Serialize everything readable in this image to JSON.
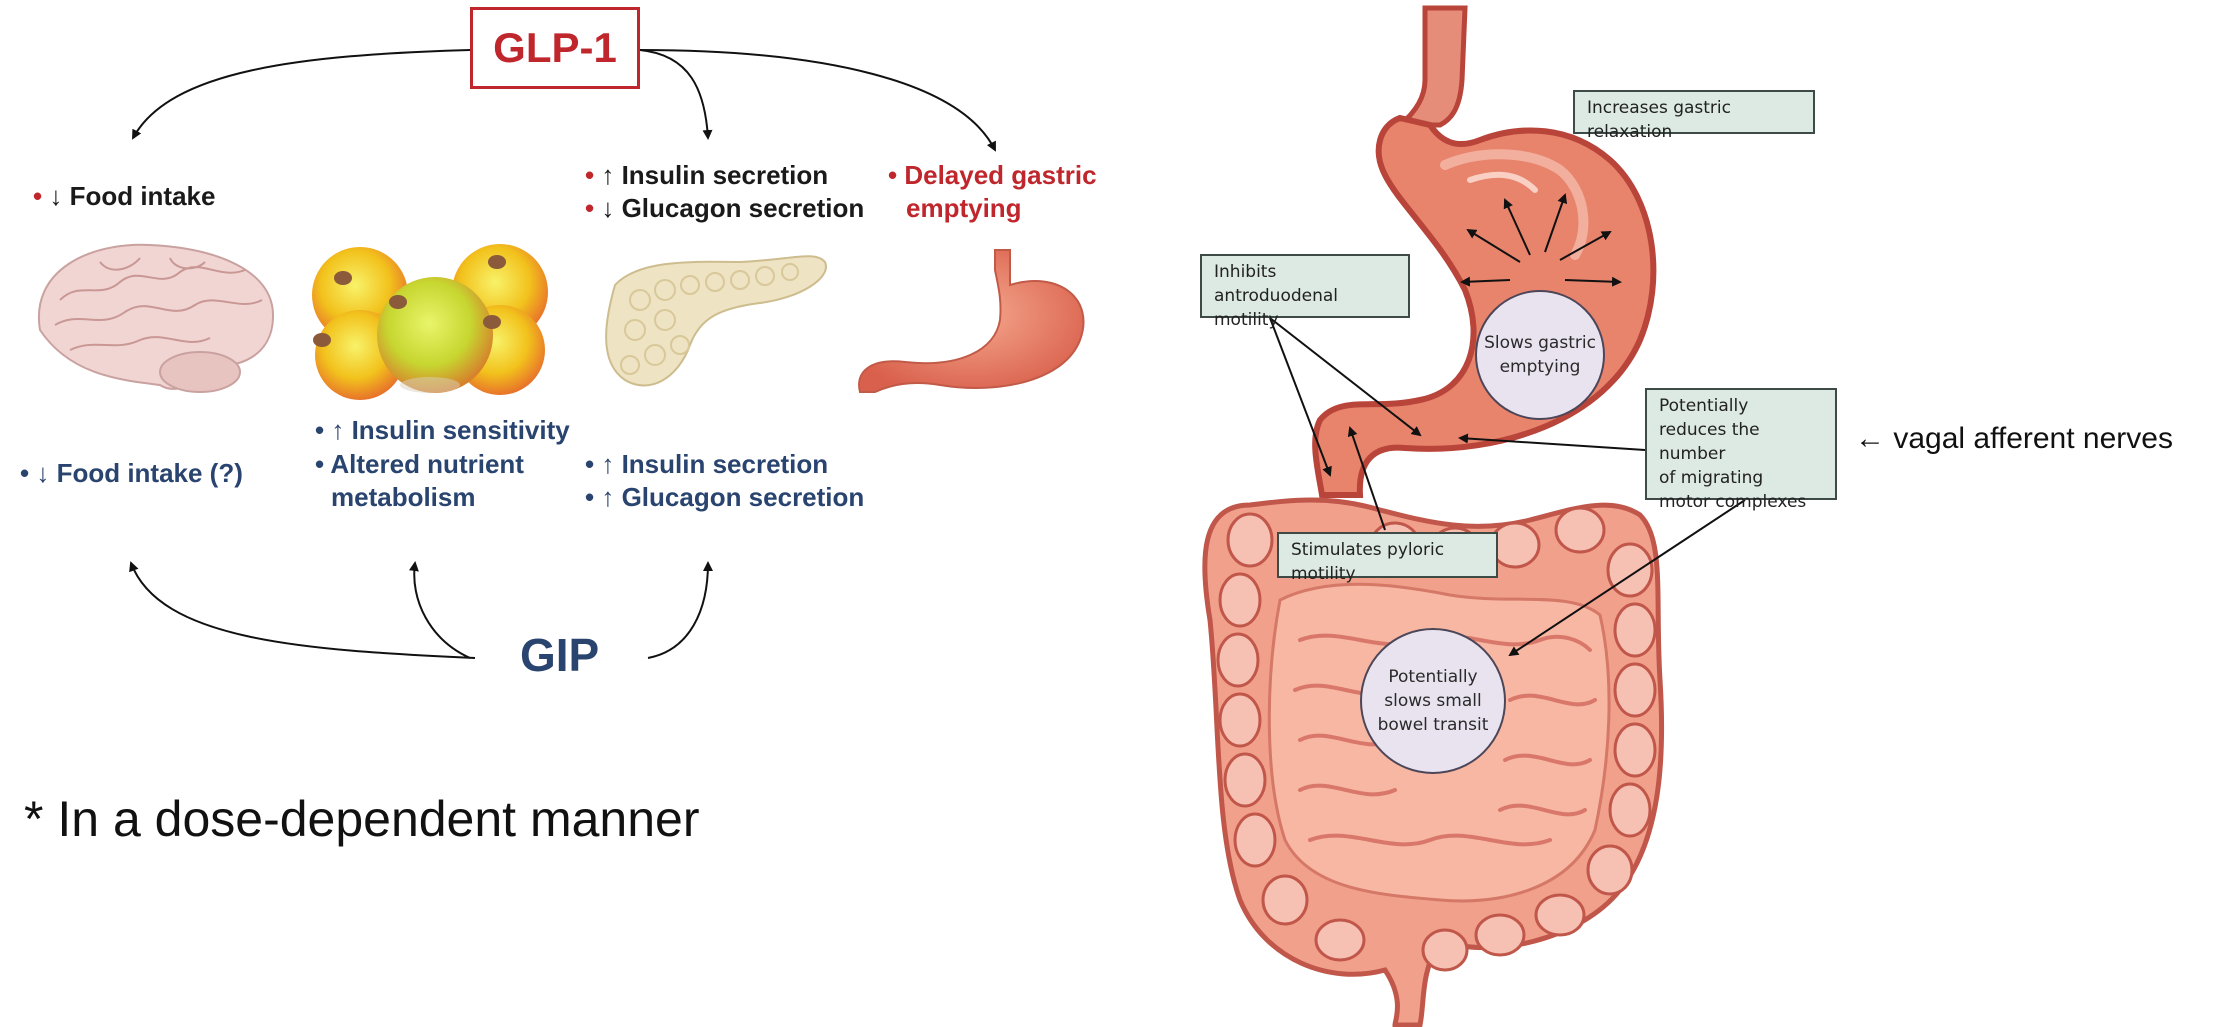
{
  "glp1": {
    "label": "GLP-1",
    "bullet": "•",
    "effects": {
      "brain": "↓ Food intake",
      "pancreas_1": "↑ Insulin secretion",
      "pancreas_2": "↓ Glucagon secretion",
      "stomach_1": "Delayed gastric",
      "stomach_2": "emptying"
    }
  },
  "gip": {
    "label": "GIP",
    "effects": {
      "brain": "↓ Food intake (?)",
      "adipose_1": "↑ Insulin sensitivity",
      "adipose_2": "Altered nutrient",
      "adipose_3": "metabolism",
      "pancreas_1": "↑ Insulin secretion",
      "pancreas_2": "↑ Glucagon secretion"
    }
  },
  "footnote": "* In a dose-dependent manner",
  "gi": {
    "relaxation": "Increases gastric relaxation",
    "antroduodenal_1": "Inhibits antroduodenal",
    "antroduodenal_2": "motility",
    "gastric_emptying_1": "Slows gastric",
    "gastric_emptying_2": "emptying",
    "mmc_1": "Potentially",
    "mmc_2": "reduces the number",
    "mmc_3": "of migrating",
    "mmc_4": "motor complexes",
    "pyloric": "Stimulates pyloric motility",
    "bowel_1": "Potentially",
    "bowel_2": "slows small",
    "bowel_3": "bowel transit",
    "vagal": "← vagal afferent nerves"
  },
  "colors": {
    "glp1_red": "#c0272d",
    "gip_blue": "#2a4470",
    "box_fill": "#dde9e3",
    "circle_fill": "#e9e3ef",
    "stomach": "#e2725f",
    "intestine": "#f2a494"
  }
}
